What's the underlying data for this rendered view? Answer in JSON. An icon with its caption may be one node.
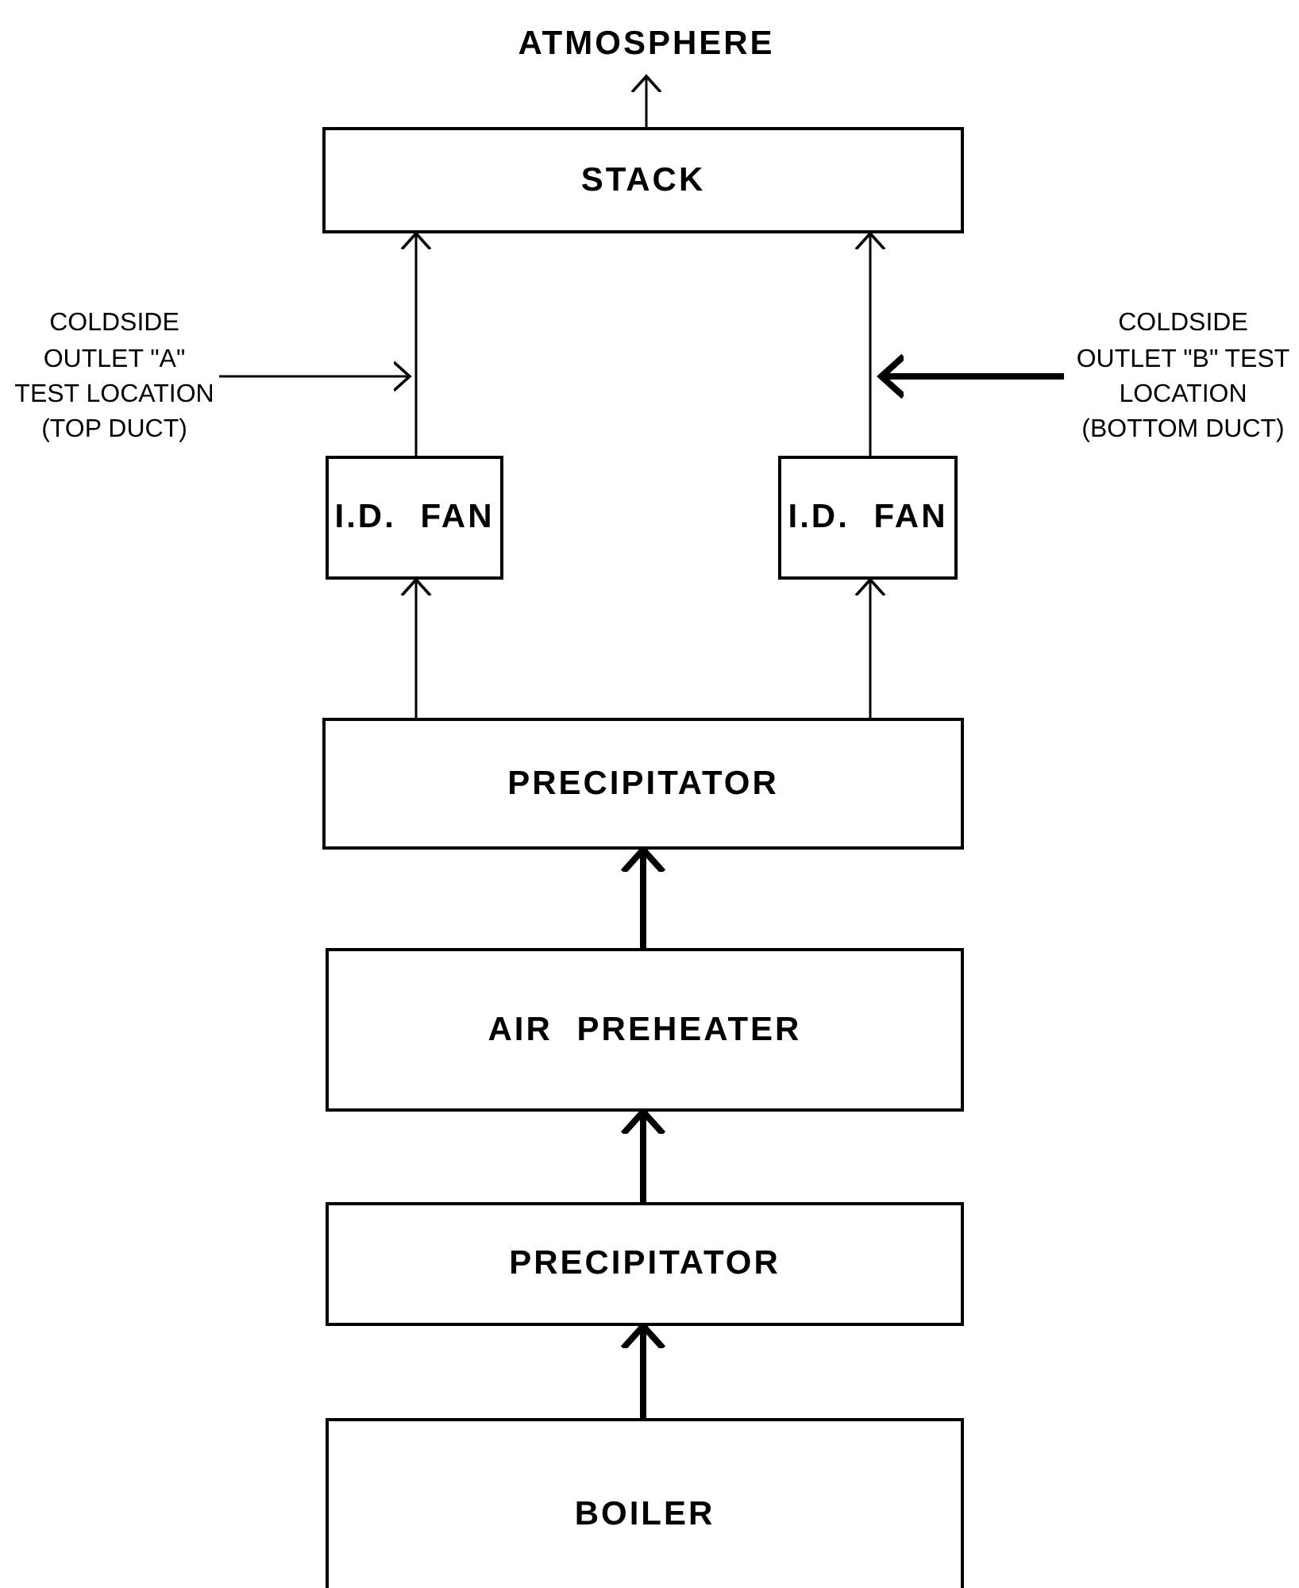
{
  "diagram": {
    "nodes": [
      {
        "text": [
          "ATMOSPHERE"
        ]
      },
      {
        "text": [
          "STACK"
        ]
      },
      {
        "text": [
          "COLDSIDE OUTLET \"A\" TEST LOCATION (TOP DUCT)"
        ]
      },
      {
        "text": [
          "COLDSIDE OUTLET \"B\" TEST LOCATION (BOTTOM DUCT)"
        ]
      },
      {
        "text": [
          "I.D. FAN"
        ]
      },
      {
        "text": [
          "I.D. FAN"
        ]
      },
      {
        "text": [
          "PRECIPITATOR"
        ]
      },
      {
        "text": [
          "AIR PREHEATER"
        ]
      },
      {
        "text": [
          "PRECIPITATOR"
        ]
      },
      {
        "text": [
          "BOILER"
        ]
      }
    ],
    "edges": [
      {
        "from": 1,
        "to": 0,
        "arrow": "to"
      },
      {
        "from": 4,
        "to": 1,
        "arrow": "to"
      },
      {
        "from": 5,
        "to": 1,
        "arrow": "to"
      },
      {
        "from": 2,
        "to": null,
        "arrow": "to"
      },
      {
        "from": 3,
        "to": null,
        "arrow": "to",
        "style": "thick"
      },
      {
        "from": 6,
        "to": 4,
        "arrow": "to"
      },
      {
        "from": 6,
        "to": 5,
        "arrow": "to"
      },
      {
        "from": 7,
        "to": 6,
        "arrow": "to",
        "style": "thick"
      },
      {
        "from": 8,
        "to": 7,
        "arrow": "to",
        "style": "thick"
      },
      {
        "from": 9,
        "to": 8,
        "arrow": "to",
        "style": "thick"
      }
    ]
  }
}
